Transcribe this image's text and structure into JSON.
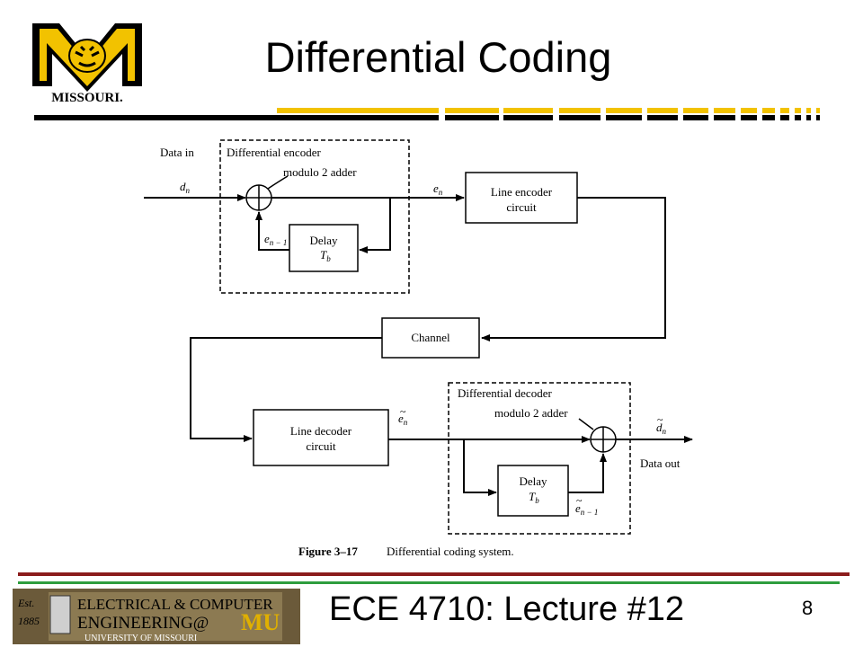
{
  "slide": {
    "title": "Differential Coding",
    "footer": "ECE 4710:  Lecture #12",
    "page_number": "8"
  },
  "logos": {
    "missouri": "MISSOURI.",
    "mu_logo_text": "M",
    "ece_banner": {
      "est": "Est.",
      "year": "1885",
      "line1": "ELECTRICAL & COMPUTER",
      "line2": "ENGINEERING@",
      "mu": "MU",
      "line3": "UNIVERSITY OF MISSOURI"
    }
  },
  "colors": {
    "gold": "#f2c200",
    "black": "#000000",
    "maroon": "#8b1c1c",
    "green": "#2e9e3e"
  },
  "diagram": {
    "data_in": "Data in",
    "diff_encoder": "Differential encoder",
    "mod2_adder_enc": "modulo 2 adder",
    "dn": "d",
    "dn_sub": "n",
    "en": "e",
    "en_sub": "n",
    "en1": "e",
    "en1_sub": "n − 1",
    "delay_enc": "Delay",
    "tb_enc": "T",
    "tb_enc_sub": "b",
    "line_encoder_1": "Line encoder",
    "line_encoder_2": "circuit",
    "channel": "Channel",
    "line_decoder_1": "Line decoder",
    "line_decoder_2": "circuit",
    "diff_decoder": "Differential decoder",
    "mod2_adder_dec": "modulo 2 adder",
    "en_tilde": "e",
    "en_tilde_sub": "n",
    "dn_tilde": "d",
    "dn_tilde_sub": "n",
    "data_out": "Data out",
    "delay_dec": "Delay",
    "tb_dec": "T",
    "tb_dec_sub": "b",
    "en1_tilde": "e",
    "en1_tilde_sub": "n − 1",
    "caption_bold": "Figure 3–17",
    "caption_text": "Differential coding system."
  }
}
